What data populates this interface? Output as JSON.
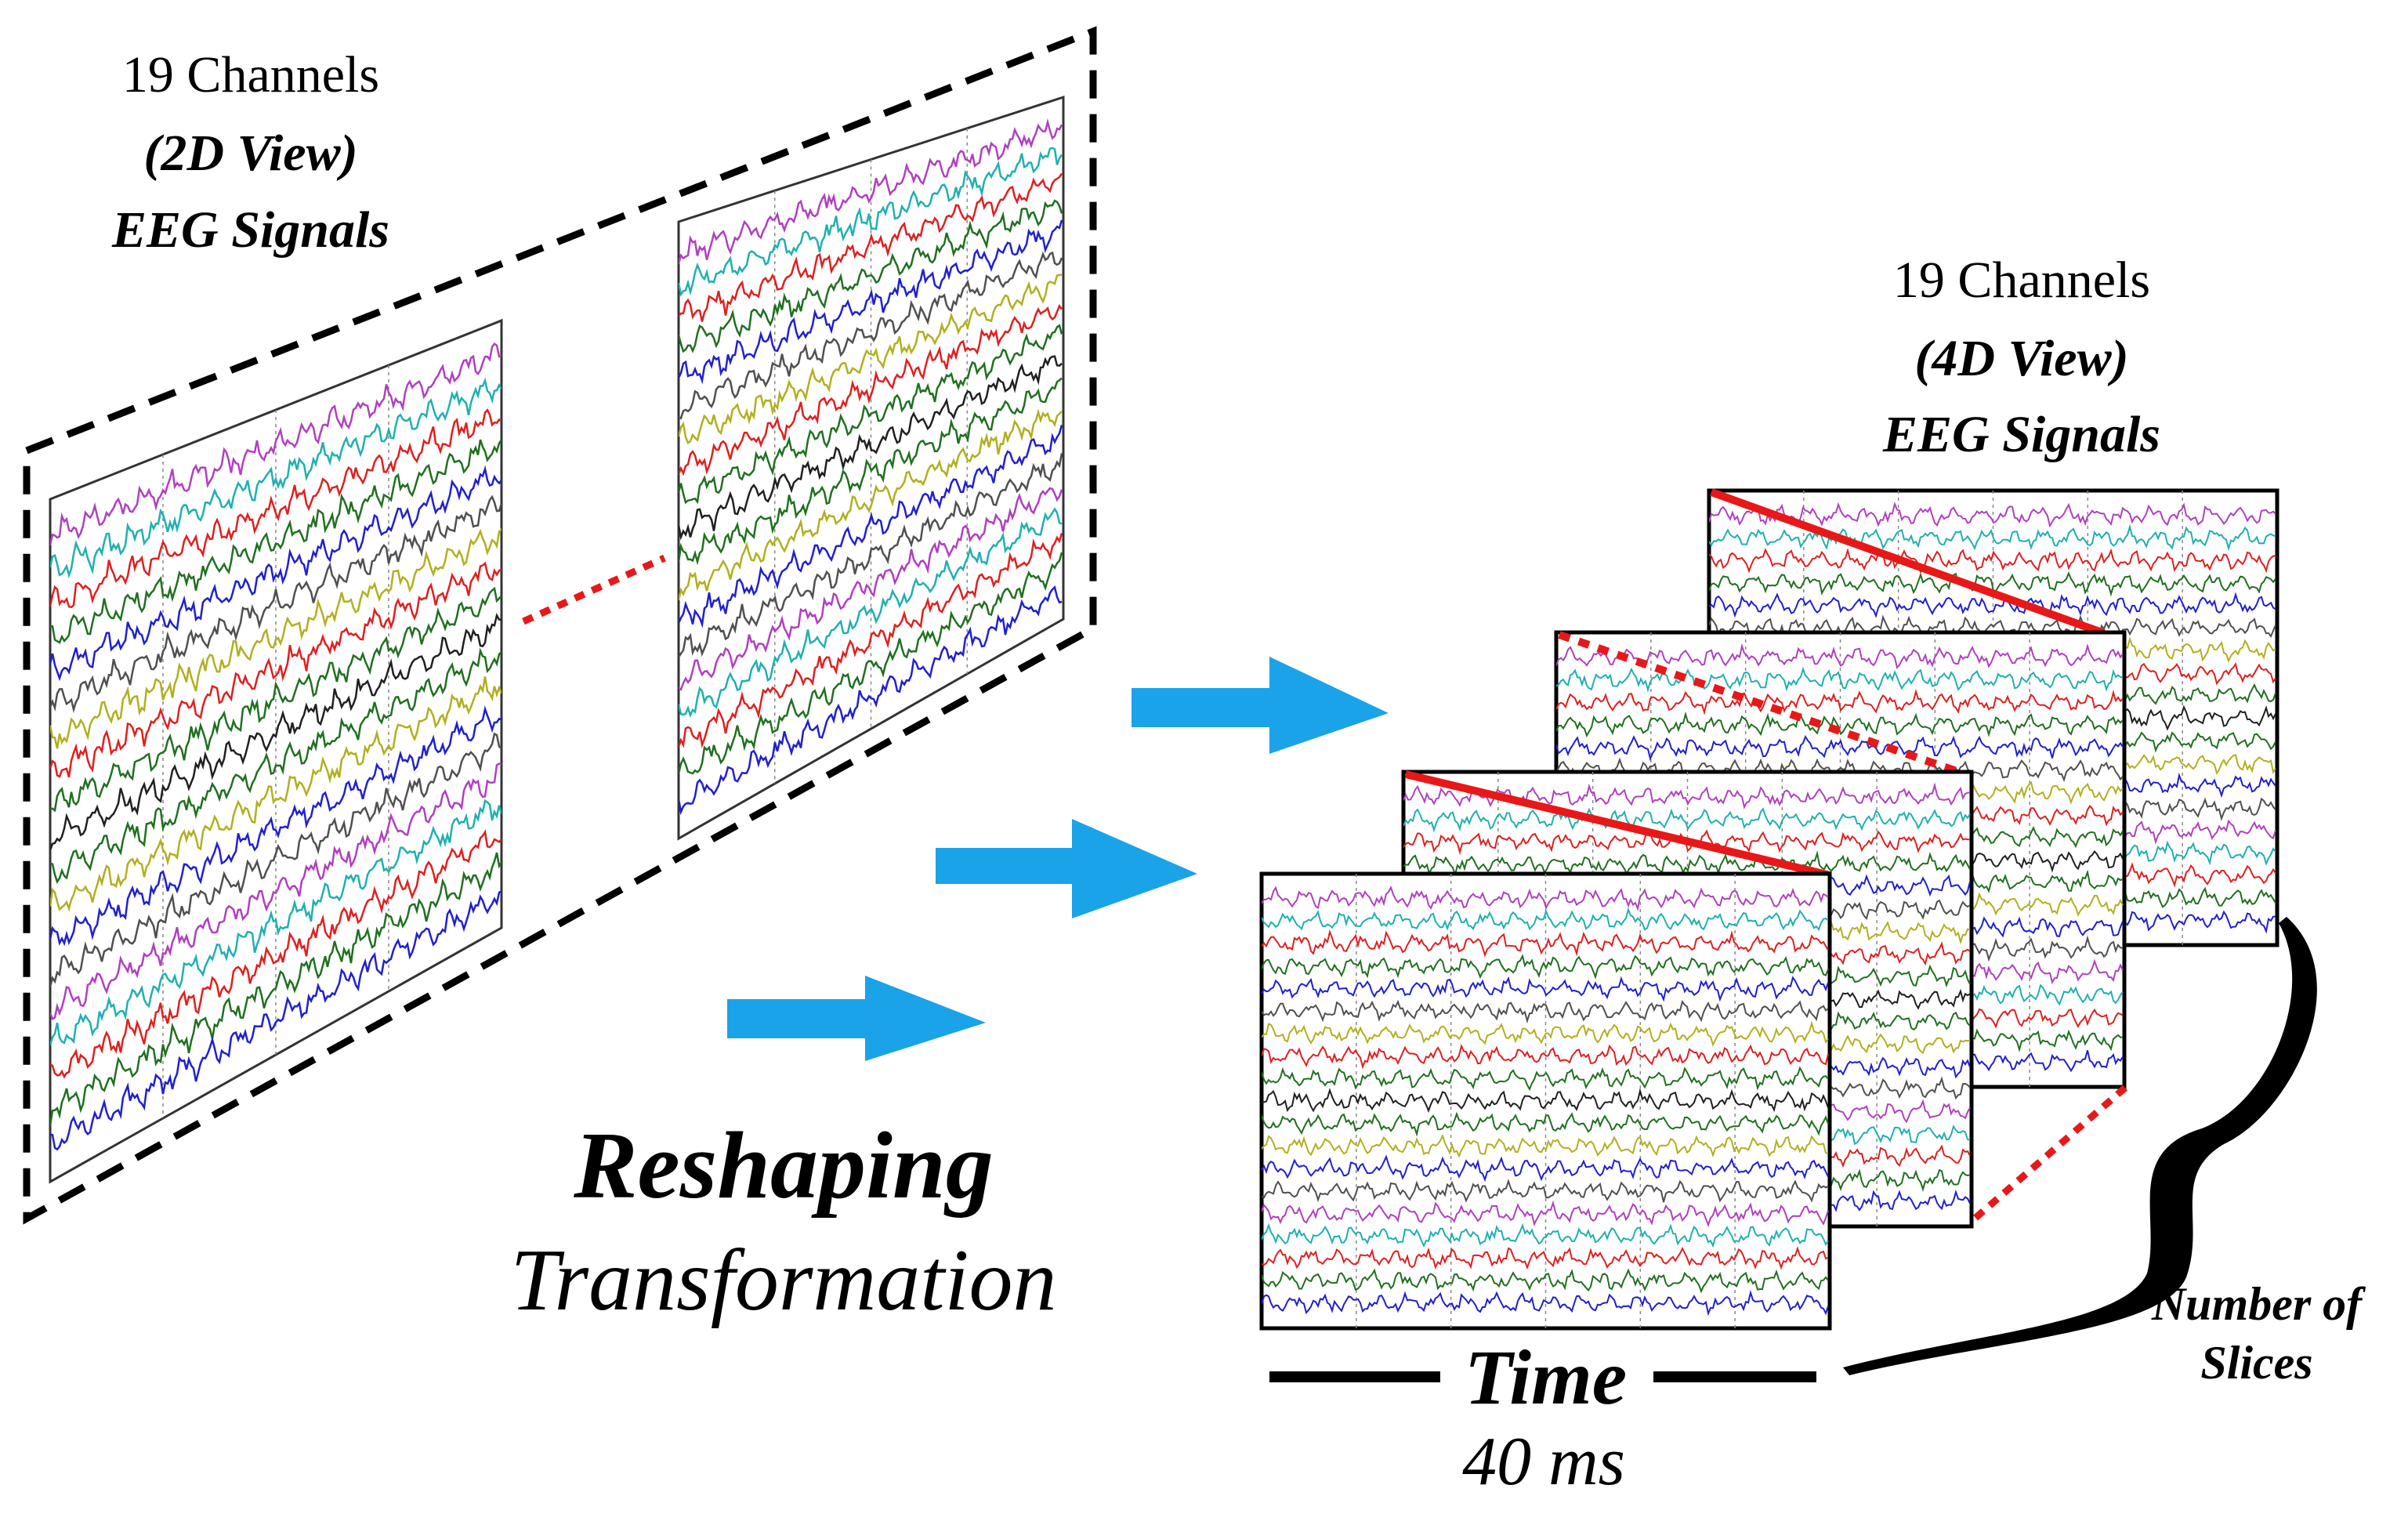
{
  "left_panel": {
    "title_line1": "19 Channels",
    "title_line2": "(2D View)",
    "title_line3": "EEG Signals"
  },
  "right_panel": {
    "title_line1": "19 Channels",
    "title_line2": "(4D View)",
    "title_line3": "EEG Signals"
  },
  "process": {
    "title": "Reshaping",
    "subtitle": "Transformation"
  },
  "time_axis": {
    "label": "Time",
    "value": "40 ms"
  },
  "slices_brace": {
    "line1": "Number of",
    "line2": "Slices"
  },
  "channel_count": 19,
  "slice_count": 4,
  "channel_colors": [
    "#b040c0",
    "#20b0b0",
    "#e02020",
    "#207020",
    "#2020d0",
    "#505050",
    "#b0b020",
    "#e02020",
    "#207020",
    "#202020",
    "#207020",
    "#b0b020",
    "#2020d0",
    "#505050",
    "#b040c0",
    "#20b0b0",
    "#e02020",
    "#207020",
    "#2020d0"
  ],
  "arrow_color": "#1aa3e8",
  "highlight_color": "#e81818"
}
